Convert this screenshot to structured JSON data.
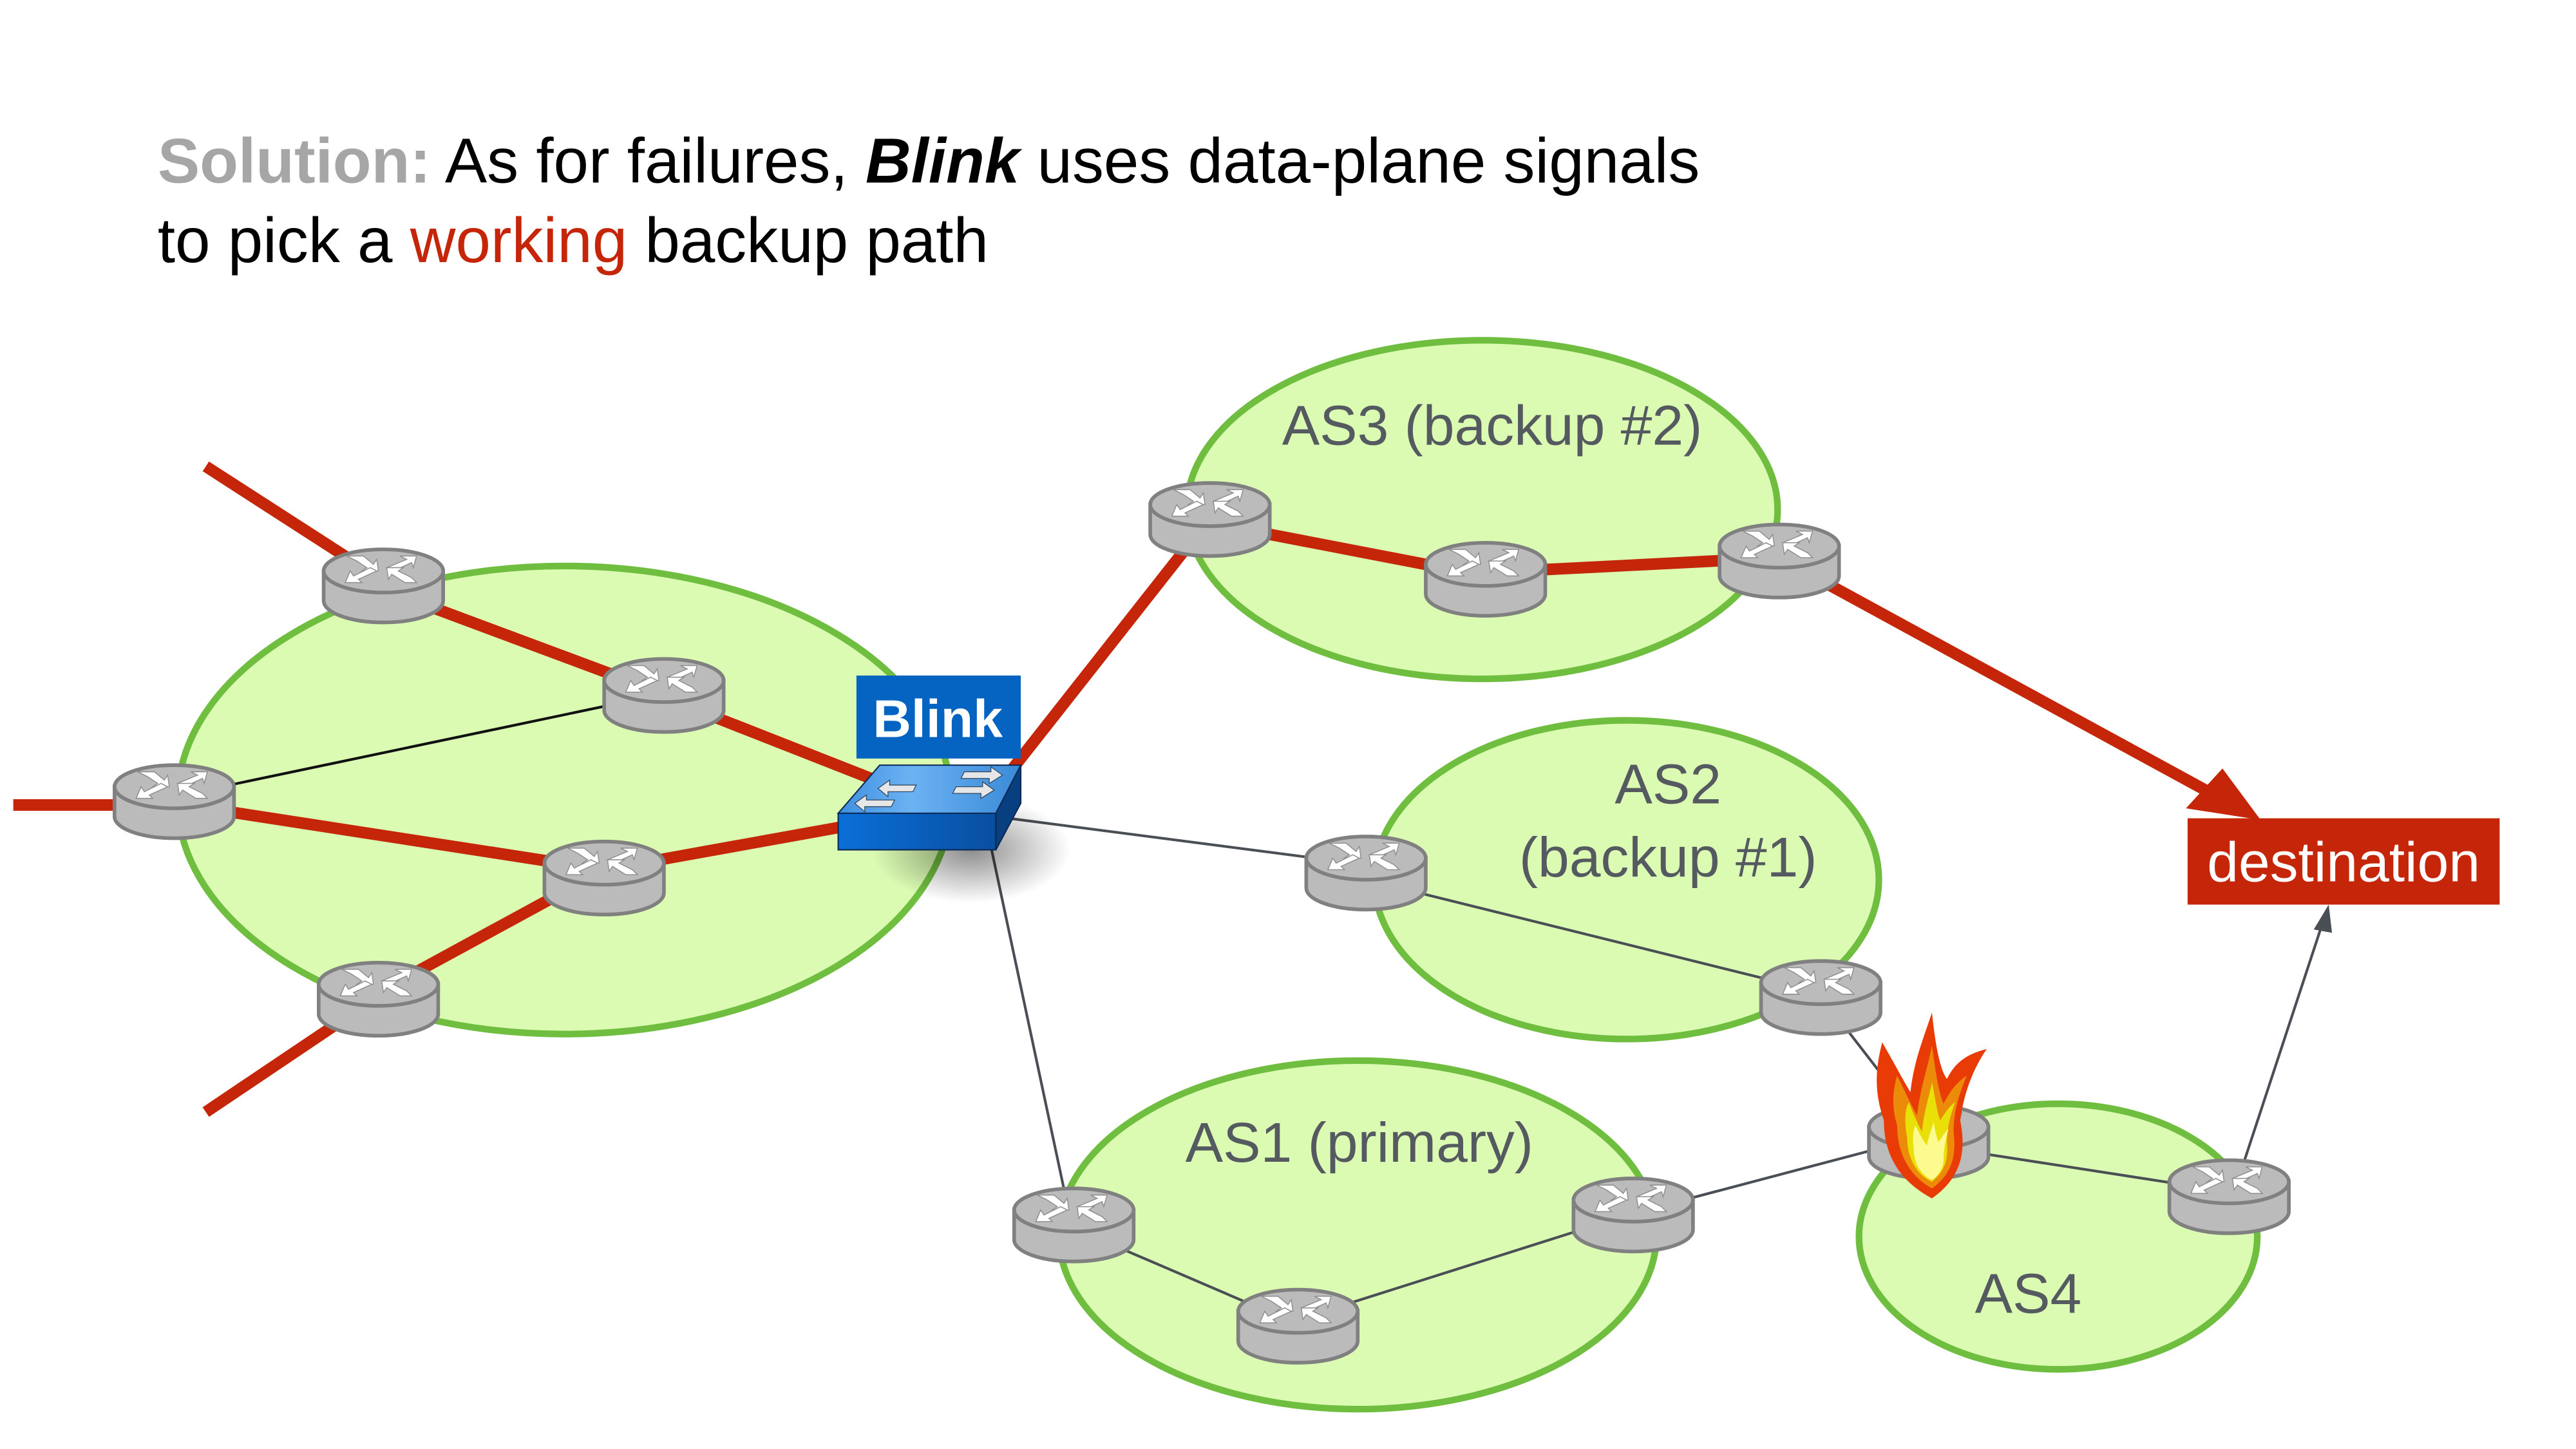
{
  "title": {
    "line1": {
      "prefix": "Solution:",
      "part1": " As for failures, ",
      "emphasis": "Blink",
      "part2": " uses data-plane signals"
    },
    "line2": {
      "part1": "to pick a ",
      "highlight": "working",
      "part2": " backup path"
    }
  },
  "colors": {
    "as_fill": "#dbfbb3",
    "as_stroke": "#70be40",
    "path_red": "#c52508",
    "label_gray": "#555a60",
    "blink_blue": "#0563c1",
    "destination_red": "#c5260a"
  },
  "switch": {
    "label": "Blink",
    "icon": "switch-icon"
  },
  "autonomous_systems": [
    {
      "id": "source",
      "label": ""
    },
    {
      "id": "as3",
      "label": "AS3 (backup #2)"
    },
    {
      "id": "as2",
      "label_line1": "AS2",
      "label_line2": "(backup #1)"
    },
    {
      "id": "as1",
      "label": "AS1 (primary)"
    },
    {
      "id": "as4",
      "label": "AS4"
    }
  ],
  "destination": {
    "label": "destination"
  },
  "failure": {
    "icon": "fire-icon",
    "location": "AS4 ingress router"
  },
  "router_icon": "router-icon"
}
